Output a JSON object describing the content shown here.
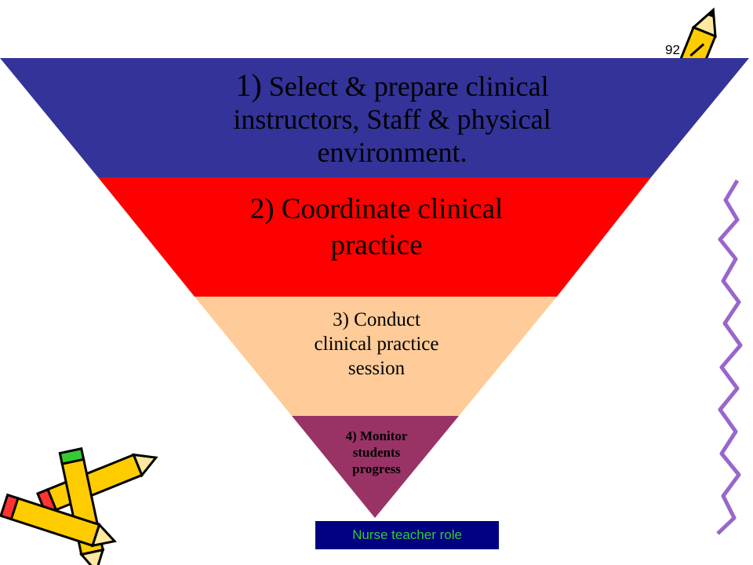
{
  "slide_number": "92",
  "levels": [
    {
      "number": "1)",
      "text": "Select & prepare clinical instructors, Staff & physical environment."
    },
    {
      "text": "2) Coordinate clinical practice"
    },
    {
      "text": "3) Conduct clinical practice session"
    },
    {
      "text": "4) Monitor students progress"
    }
  ],
  "caption": "Nurse teacher role",
  "colors": {
    "level1": "#333399",
    "level2": "#ff0000",
    "level3": "#ffcc99",
    "level4": "#993366",
    "caption_bg": "#000080",
    "caption_text": "#33cc33"
  }
}
